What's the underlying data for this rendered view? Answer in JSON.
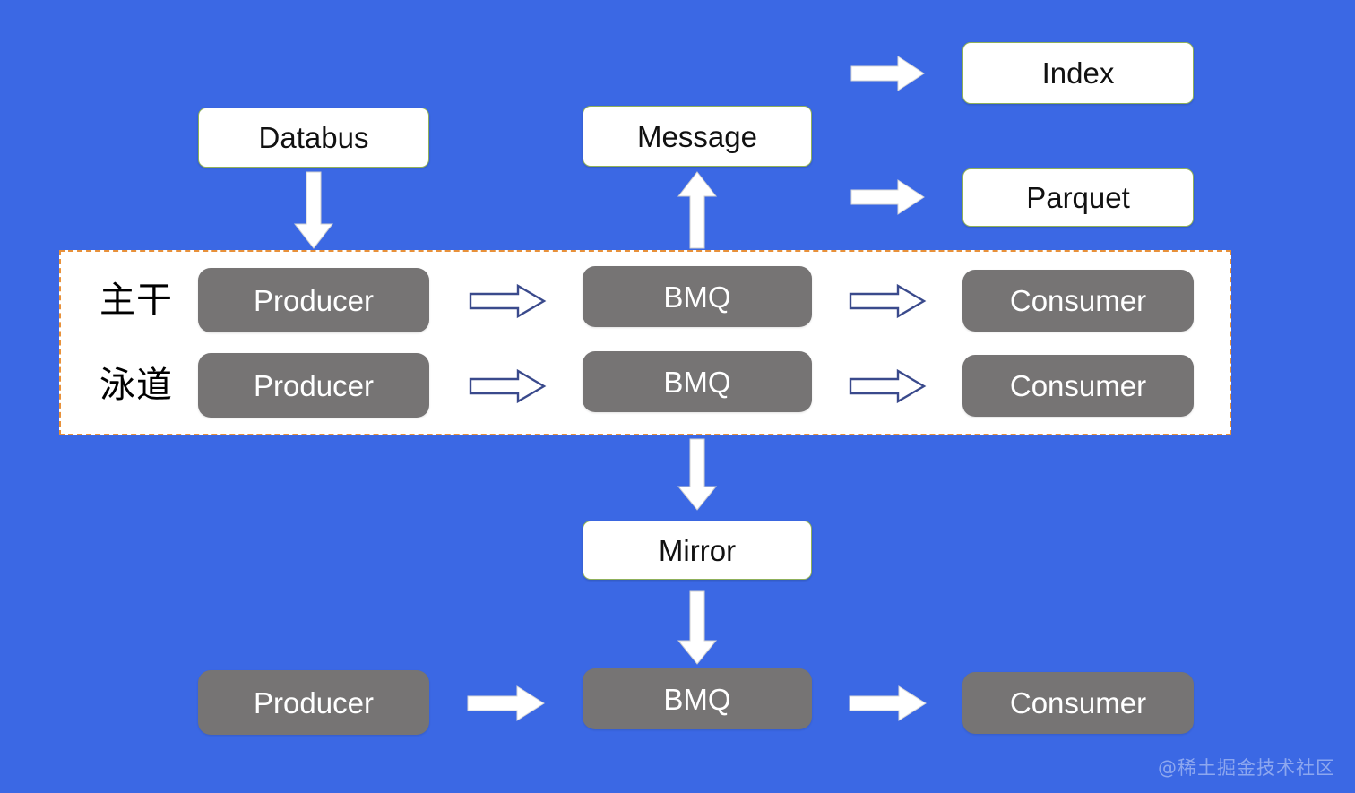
{
  "diagram": {
    "background_color": "#3b68e4",
    "panel": {
      "label": "highlighted-region",
      "background_color": "#ffffff",
      "border_color": "#e8913a",
      "border_style": "dashed"
    },
    "colors": {
      "blue_background": "#3b68e4",
      "grey_node": "#767474",
      "white_node": "#ffffff",
      "white_node_border": "#8fb05a",
      "outlined_arrow": "#3a4a8c",
      "solid_arrow": "#ffffff",
      "panel_dashed_border": "#e8913a"
    },
    "lane_labels": [
      {
        "text": "主干"
      },
      {
        "text": "泳道"
      }
    ],
    "nodes": {
      "databus": "Databus",
      "message": "Message",
      "index": "Index",
      "parquet": "Parquet",
      "mirror": "Mirror",
      "producer_trunk": "Producer",
      "bmq_trunk": "BMQ",
      "consumer_trunk": "Consumer",
      "producer_lane": "Producer",
      "bmq_lane": "BMQ",
      "consumer_lane": "Consumer",
      "producer_bottom": "Producer",
      "bmq_bottom": "BMQ",
      "consumer_bottom": "Consumer"
    },
    "arrows": [
      {
        "name": "databus-to-producer",
        "direction": "down",
        "style": "solid-white"
      },
      {
        "name": "bmq-to-message",
        "direction": "up",
        "style": "solid-white"
      },
      {
        "name": "message-to-index",
        "direction": "right",
        "style": "solid-white"
      },
      {
        "name": "message-to-parquet",
        "direction": "right",
        "style": "solid-white"
      },
      {
        "name": "producer-to-bmq-trunk",
        "direction": "right",
        "style": "outlined-blue"
      },
      {
        "name": "bmq-to-consumer-trunk",
        "direction": "right",
        "style": "outlined-blue"
      },
      {
        "name": "producer-to-bmq-lane",
        "direction": "right",
        "style": "outlined-blue"
      },
      {
        "name": "bmq-to-consumer-lane",
        "direction": "right",
        "style": "outlined-blue"
      },
      {
        "name": "bmq-to-mirror",
        "direction": "down",
        "style": "solid-white"
      },
      {
        "name": "mirror-to-bmq-bottom",
        "direction": "down",
        "style": "solid-white"
      },
      {
        "name": "producer-to-bmq-bottom",
        "direction": "right",
        "style": "solid-white"
      },
      {
        "name": "bmq-to-consumer-bottom",
        "direction": "right",
        "style": "solid-white"
      }
    ]
  },
  "watermark": {
    "text": "@稀土掘金技术社区"
  }
}
